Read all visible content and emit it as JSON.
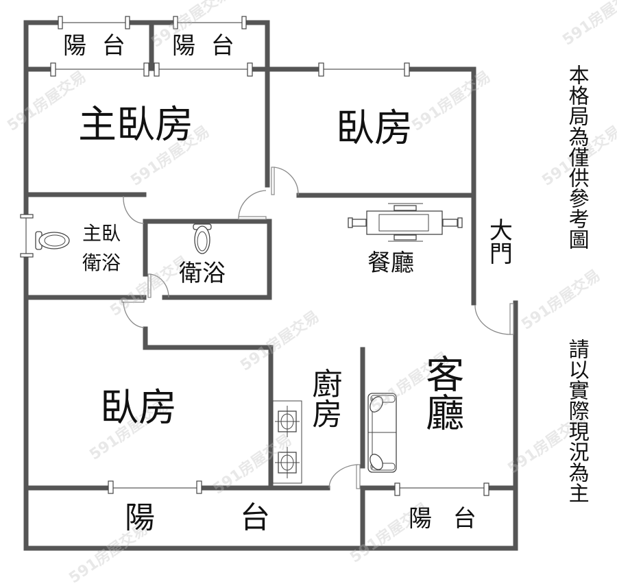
{
  "floorplan": {
    "rooms": {
      "balcony_top_left": "陽 台",
      "balcony_top_mid": "陽 台",
      "master_bedroom": "主臥房",
      "bedroom_top": "臥房",
      "master_bath": "主臥\n衛浴",
      "master_bath_line1": "主臥",
      "master_bath_line2": "衛浴",
      "bathroom": "衛浴",
      "dining_room": "餐廳",
      "main_door": "大門",
      "kitchen": "廚房",
      "living_room": "客廳",
      "bedroom_bottom": "臥房",
      "balcony_bottom_left_1": "陽",
      "balcony_bottom_left_2": "台",
      "balcony_bottom_right": "陽 台"
    },
    "disclaimer": {
      "line1": "本格局為僅供參考圖",
      "line2": "請以實際現況為主"
    },
    "watermark": "591房屋交易",
    "colors": {
      "wall": "#555555",
      "text": "#111111",
      "background": "#ffffff"
    },
    "fixtures": [
      "dining-table-with-chairs",
      "toilet",
      "toilet",
      "stove-burners",
      "sofa"
    ]
  }
}
